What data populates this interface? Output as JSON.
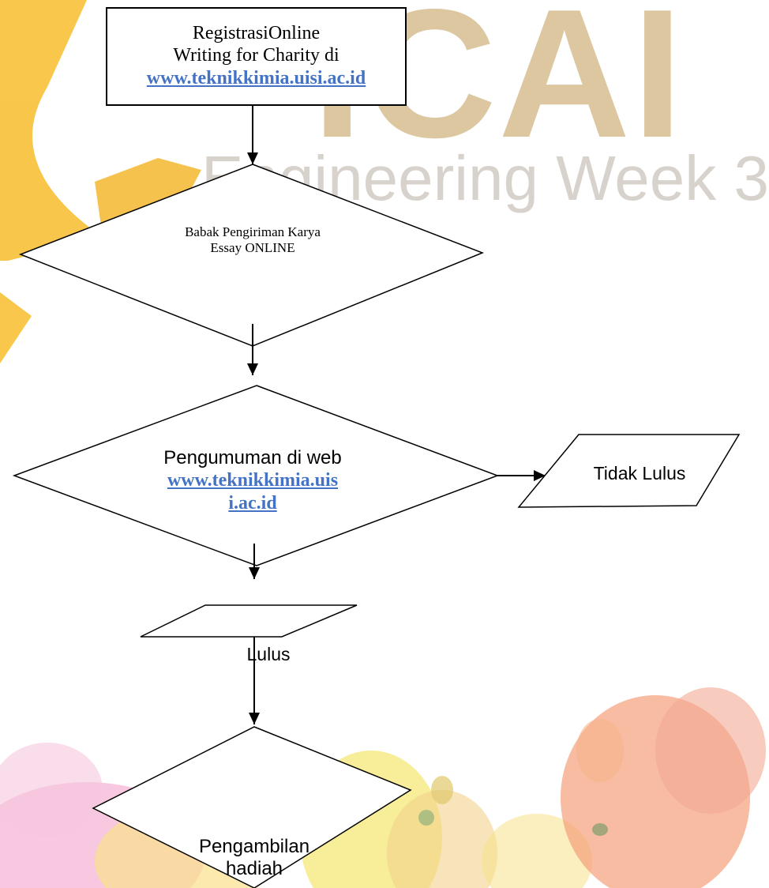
{
  "watermark": {
    "big_text": "ICAI",
    "sub_text": "Engineering Week 3"
  },
  "colors": {
    "link": "#4472c4",
    "watermark": "#dcc7a0",
    "watermark_sub": "#d7d2cc",
    "gear": "#f7bd2b",
    "stroke": "#000000"
  },
  "nodes": {
    "registrasi": {
      "line1": "RegistrasiOnline",
      "line2": "Writing for Charity di",
      "link": "www.teknikkimia.uisi.ac.id"
    },
    "babak": {
      "line1": "Babak Pengiriman Karya",
      "line2": "Essay ONLINE"
    },
    "pengumuman": {
      "line1": "Pengumuman di web",
      "link_a": "www.teknikkimia.uis",
      "link_b": "i.ac.id"
    },
    "tidak_lulus": {
      "label": "Tidak Lulus"
    },
    "lulus": {
      "label": "Lulus"
    },
    "pengambilan": {
      "line1": "Pengambilan",
      "line2": "hadiah"
    }
  }
}
